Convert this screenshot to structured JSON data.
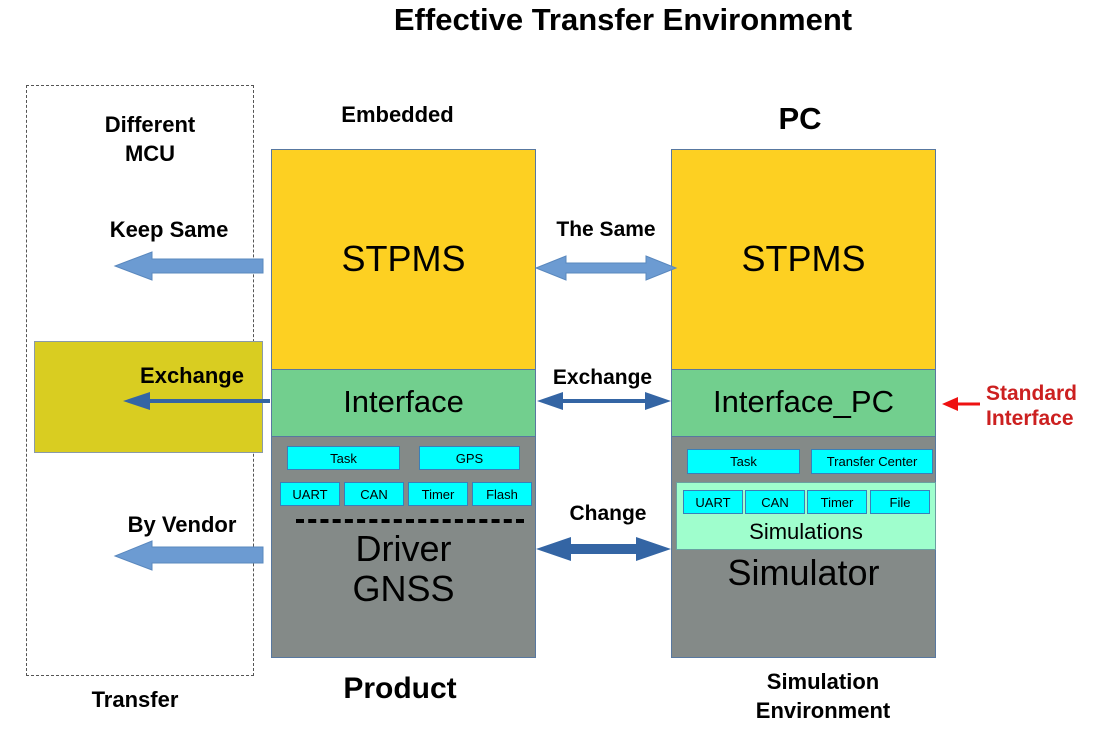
{
  "title": "Effective Transfer Environment",
  "left": {
    "header": "Different MCU",
    "header_lines": [
      "Different",
      "MCU"
    ],
    "keep_same": "Keep Same",
    "exchange": "Exchange",
    "by_vendor": "By Vendor",
    "footer": "Transfer"
  },
  "embedded": {
    "header": "Embedded",
    "stpms": "STPMS",
    "interface": "Interface",
    "chips_row1": [
      "Task",
      "GPS"
    ],
    "chips_row2": [
      "UART",
      "CAN",
      "Timer",
      "Flash"
    ],
    "driver_lines": [
      "Driver",
      "GNSS"
    ],
    "footer": "Product"
  },
  "middle": {
    "the_same": "The Same",
    "exchange": "Exchange",
    "change": "Change"
  },
  "pc": {
    "header": "PC",
    "stpms": "STPMS",
    "interface": "Interface_PC",
    "chips_row1": [
      "Task",
      "Transfer Center"
    ],
    "chips_row2": [
      "UART",
      "CAN",
      "Timer",
      "File"
    ],
    "simulations": "Simulations",
    "simulator": "Simulator",
    "footer_lines": [
      "Simulation",
      "Environment"
    ]
  },
  "annotation": {
    "lines": [
      "Standard",
      "Interface"
    ],
    "color": "#cc2020"
  },
  "colors": {
    "stpms": "#fdd022",
    "interface": "#72cf8e",
    "driver": "#848a88",
    "chip": "#00ffff",
    "simulations": "#9ffecd",
    "transfer_box": "#d9cd21",
    "arrow_light": "#6c9bd2",
    "arrow_dark": "#3465a4"
  }
}
